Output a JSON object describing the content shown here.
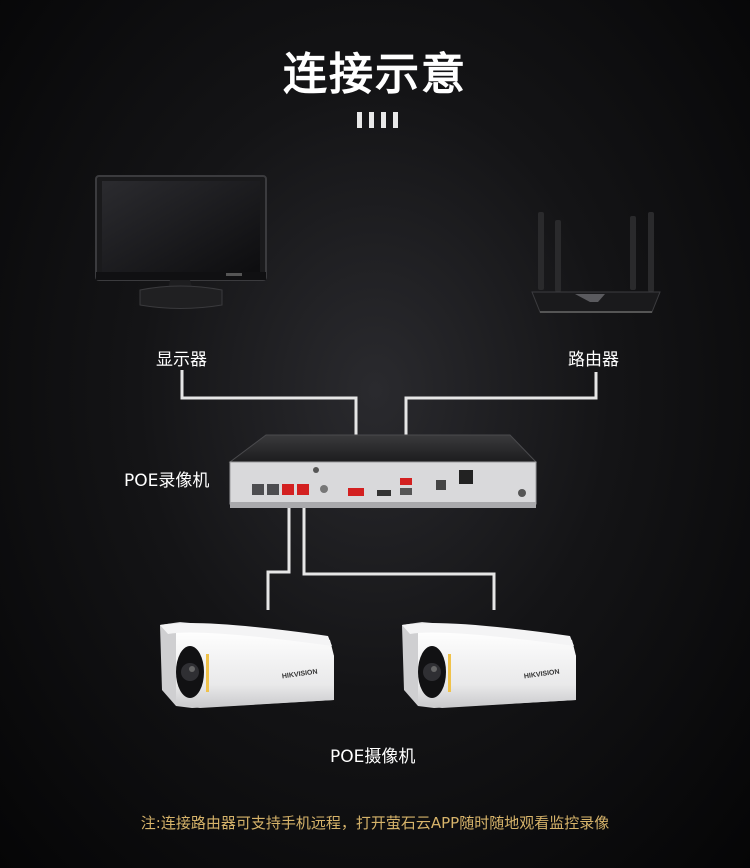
{
  "title": "连接示意",
  "labels": {
    "monitor": "显示器",
    "router": "路由器",
    "nvr": "POE录像机",
    "cameras": "POE摄像机"
  },
  "camera_brand": "HIKVISION",
  "note": "注:连接路由器可支持手机远程，打开萤石云APP随时随地观看监控录像",
  "colors": {
    "background": "#0b0b0c",
    "title": "#ffffff",
    "note": "#d6b36a",
    "cable": "#e6e6e6",
    "port_highlight": "#d32020"
  }
}
